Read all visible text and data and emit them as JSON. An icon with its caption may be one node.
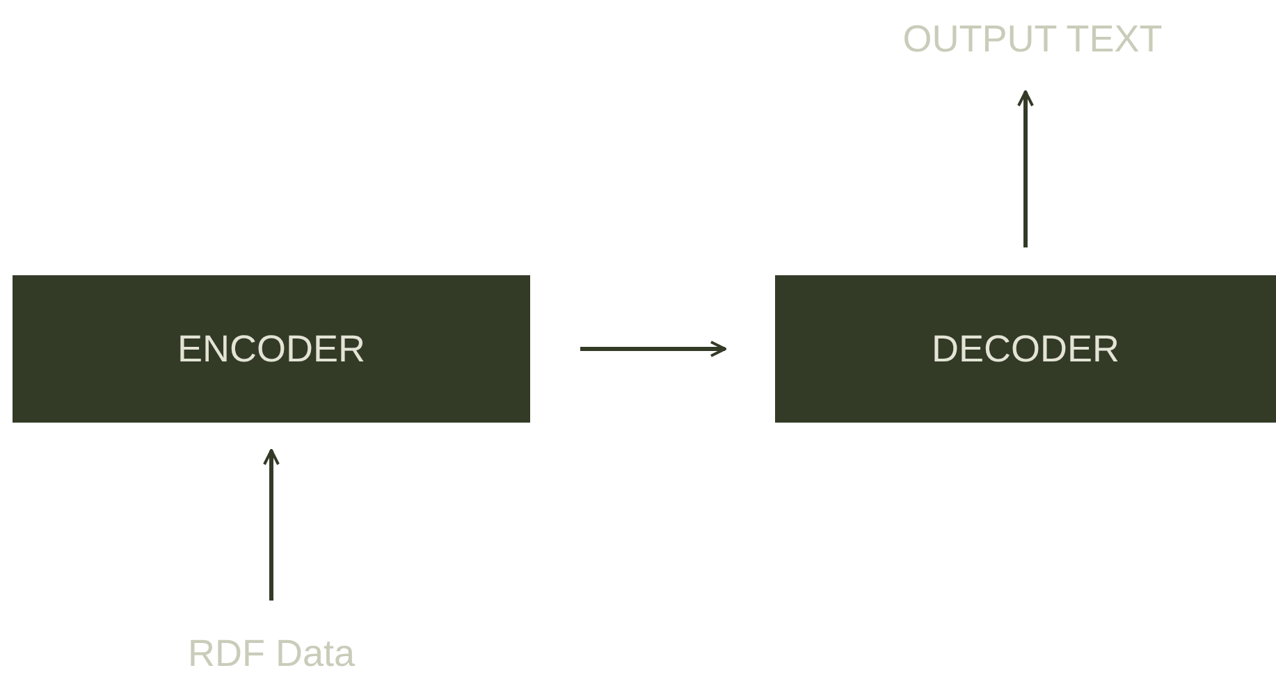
{
  "diagram": {
    "nodes": [
      {
        "text": [
          "RDF Data"
        ]
      },
      {
        "text": [
          "ENCODER"
        ]
      },
      {
        "text": [
          "DECODER"
        ]
      },
      {
        "text": [
          "OUTPUT TEXT"
        ]
      }
    ],
    "edges": [
      {
        "from": 0,
        "to": 1,
        "arrow": "to"
      },
      {
        "from": 1,
        "to": 2,
        "arrow": "to"
      },
      {
        "from": 2,
        "to": 3,
        "arrow": "to"
      }
    ]
  }
}
